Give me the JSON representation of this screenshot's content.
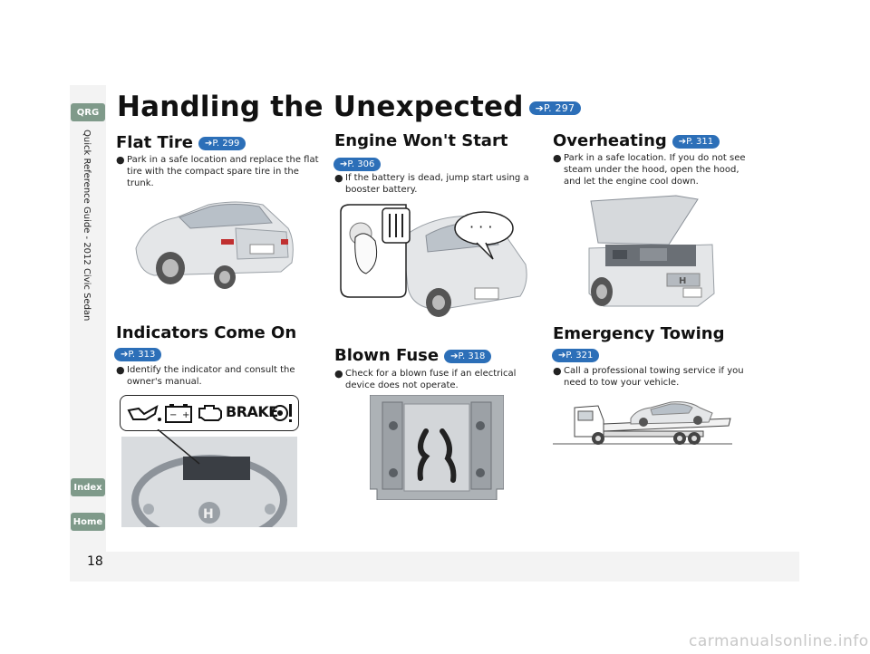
{
  "sidebar": {
    "qrg_label": "QRG",
    "vertical_text": "Quick Reference Guide - 2012 Civic Sedan",
    "index_label": "Index",
    "home_label": "Home"
  },
  "page_number": "18",
  "title": "Handling the Unexpected",
  "title_ref": "P. 297",
  "sections": {
    "flat_tire": {
      "heading": "Flat Tire",
      "ref": "P. 299",
      "text": "Park in a safe location and replace the flat tire with the compact spare tire in the trunk."
    },
    "indicators": {
      "heading": "Indicators Come On",
      "ref": "P. 313",
      "text": "Identify the indicator and consult the owner's manual.",
      "brake_label": "BRAKE"
    },
    "engine": {
      "heading": "Engine Won't Start",
      "ref": "P. 306",
      "text": "If the battery is dead, jump start using a booster battery."
    },
    "blown_fuse": {
      "heading": "Blown Fuse",
      "ref": "P. 318",
      "text": "Check for a blown fuse if an electrical device does not operate."
    },
    "overheating": {
      "heading": "Overheating",
      "ref": "P. 311",
      "text": "Park in a safe location. If you do not see steam under the hood, open the hood, and let the engine cool down."
    },
    "towing": {
      "heading": "Emergency Towing",
      "ref": "P. 321",
      "text": "Call a professional towing service if you need to tow your vehicle."
    }
  },
  "watermark": "carmanualsonline.info"
}
